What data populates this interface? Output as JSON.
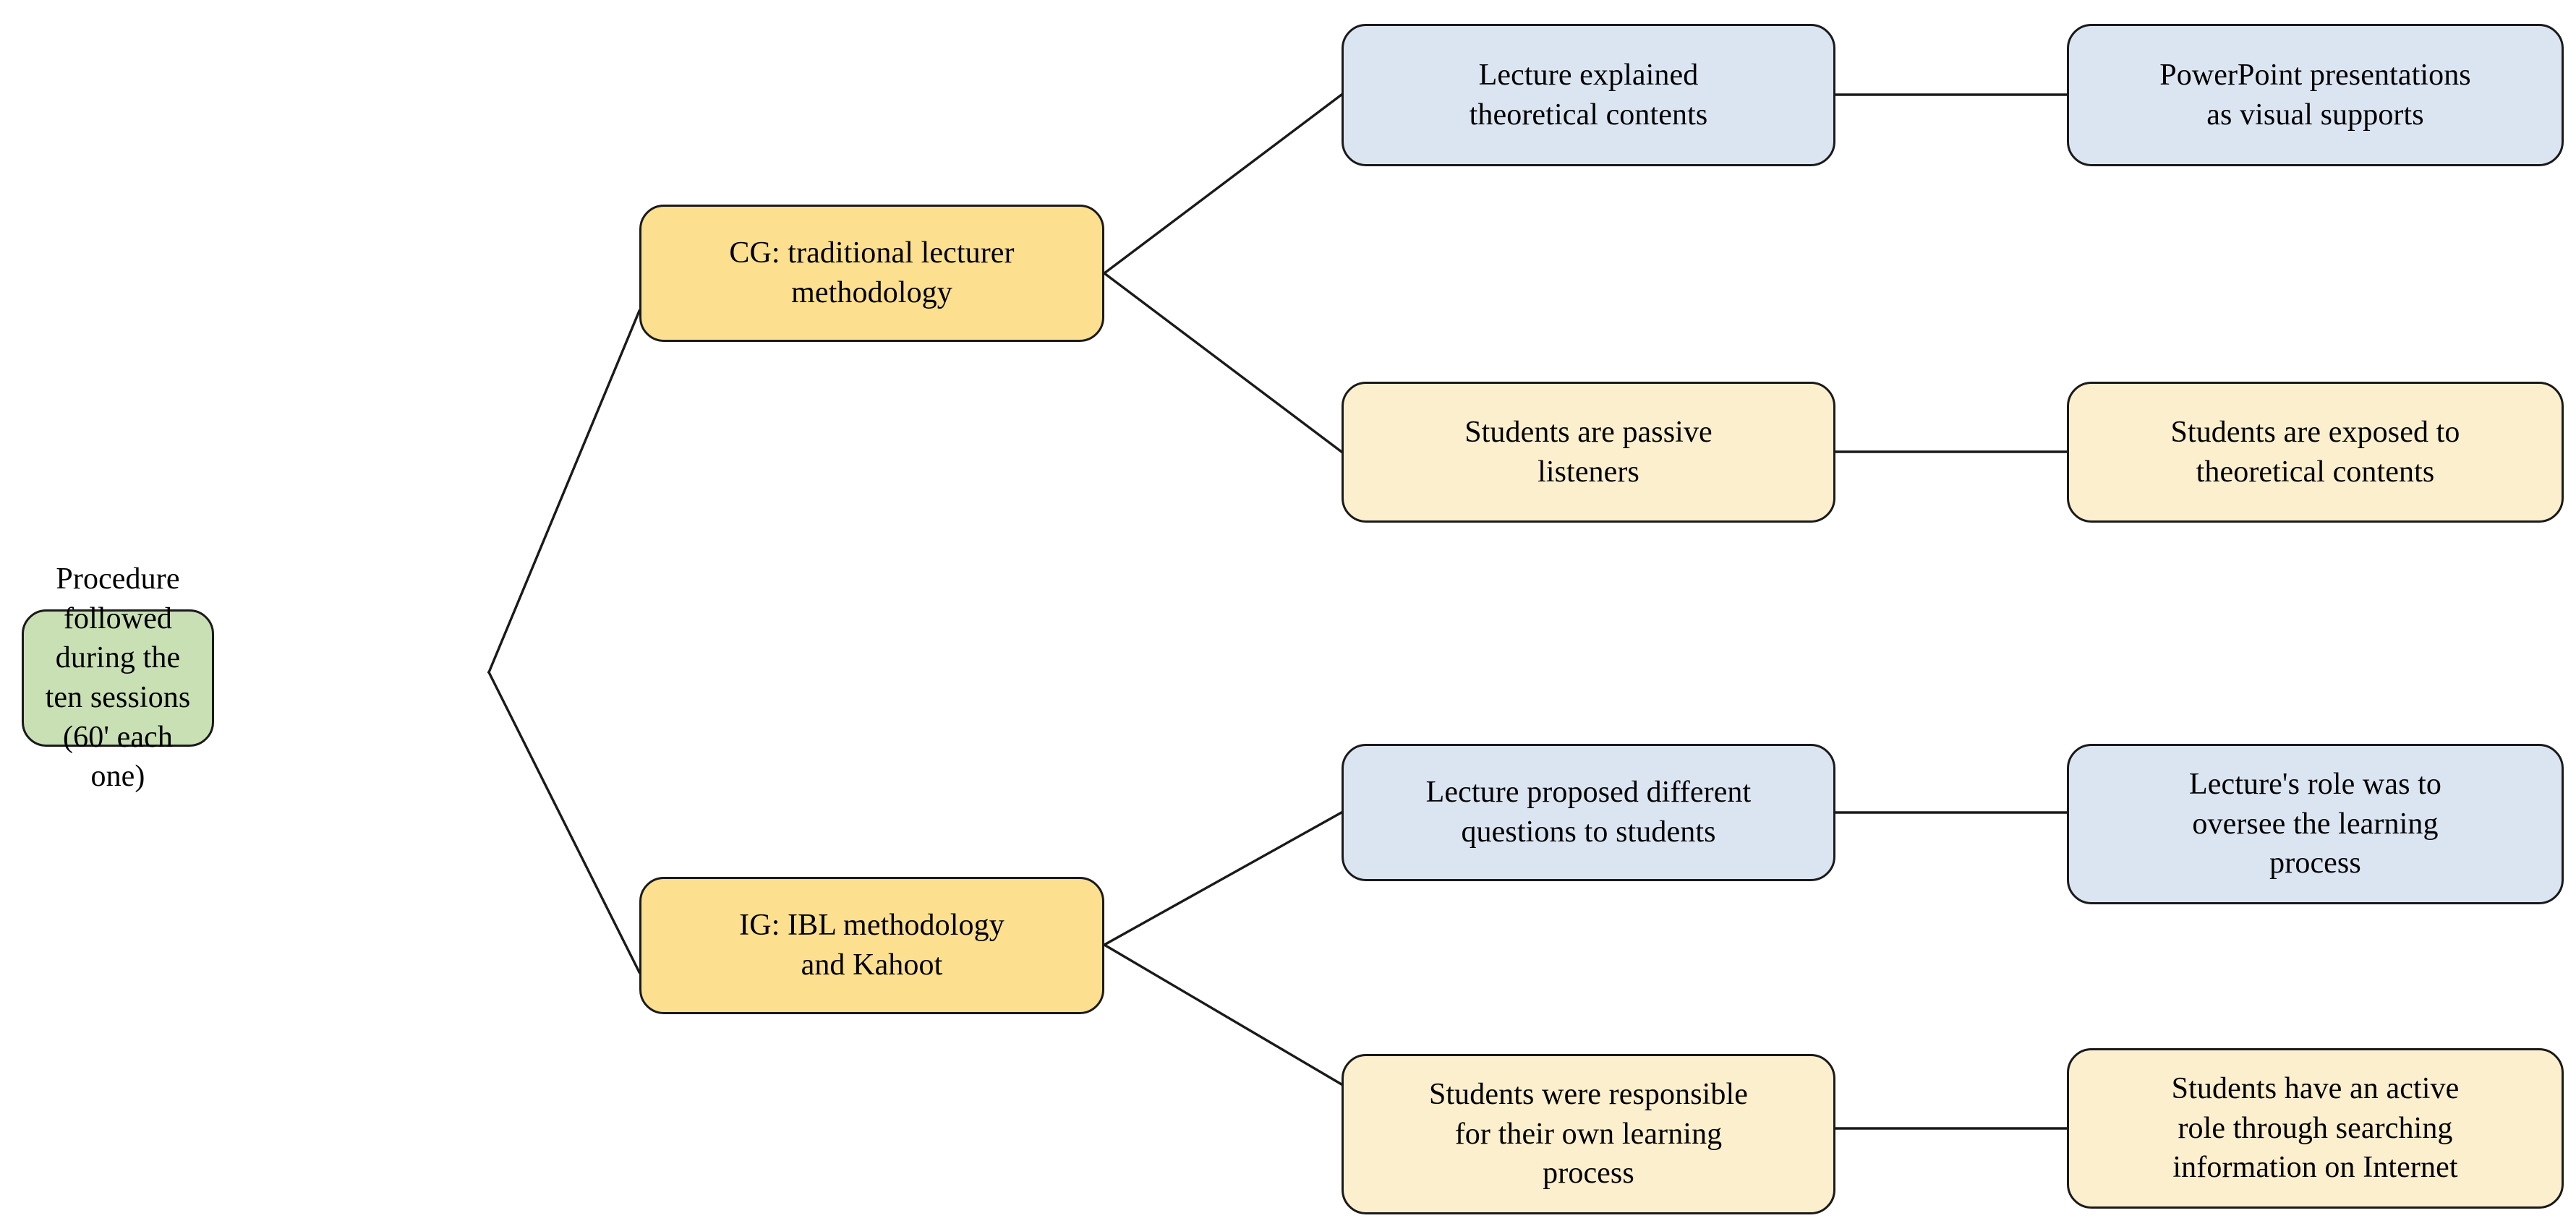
{
  "diagram": {
    "type": "tree-flowchart",
    "title_node": "root",
    "orientation": "left-to-right",
    "background_color": "#ffffff",
    "border_color": "#1a1a1a",
    "colors": {
      "green": "#c9e0b4",
      "gold": "#fcdf8f",
      "blue": "#dbe5f1",
      "cream": "#fcefcd"
    },
    "nodes": {
      "root": {
        "label": "Procedure followed\nduring the ten sessions\n(60' each one)",
        "color": "#c9e0b4",
        "color_name": "green"
      },
      "cg": {
        "label": "CG: traditional lecturer\nmethodology",
        "color": "#fcdf8f",
        "color_name": "gold"
      },
      "ig": {
        "label": "IG: IBL methodology\nand Kahoot",
        "color": "#fcdf8f",
        "color_name": "gold"
      },
      "cg_a1": {
        "label": "Lecture explained\ntheoretical contents",
        "color": "#dbe5f1",
        "color_name": "blue"
      },
      "cg_a2": {
        "label": "PowerPoint presentations\nas visual supports",
        "color": "#dbe5f1",
        "color_name": "blue"
      },
      "cg_b1": {
        "label": "Students are passive\nlisteners",
        "color": "#fcefcd",
        "color_name": "cream"
      },
      "cg_b2": {
        "label": "Students are exposed to\ntheoretical contents",
        "color": "#fcefcd",
        "color_name": "cream"
      },
      "ig_a1": {
        "label": "Lecture proposed different\nquestions to students",
        "color": "#dbe5f1",
        "color_name": "blue"
      },
      "ig_a2": {
        "label": "Lecture's role was to\noversee the learning\nprocess",
        "color": "#dbe5f1",
        "color_name": "blue"
      },
      "ig_b1": {
        "label": "Students were responsible\nfor their own learning\nprocess",
        "color": "#fcefcd",
        "color_name": "cream"
      },
      "ig_b2": {
        "label": "Students have an active\nrole through searching\ninformation on Internet",
        "color": "#fcefcd",
        "color_name": "cream"
      }
    },
    "edges": [
      {
        "from": "root",
        "to": "cg",
        "style": "diagonal"
      },
      {
        "from": "root",
        "to": "ig",
        "style": "diagonal"
      },
      {
        "from": "cg",
        "to": "cg_a1",
        "style": "diagonal"
      },
      {
        "from": "cg",
        "to": "cg_b1",
        "style": "diagonal"
      },
      {
        "from": "ig",
        "to": "ig_a1",
        "style": "diagonal"
      },
      {
        "from": "ig",
        "to": "ig_b1",
        "style": "diagonal"
      },
      {
        "from": "cg_a1",
        "to": "cg_a2",
        "style": "horizontal"
      },
      {
        "from": "cg_b1",
        "to": "cg_b2",
        "style": "horizontal"
      },
      {
        "from": "ig_a1",
        "to": "ig_a2",
        "style": "horizontal"
      },
      {
        "from": "ig_b1",
        "to": "ig_b2",
        "style": "horizontal"
      }
    ]
  }
}
